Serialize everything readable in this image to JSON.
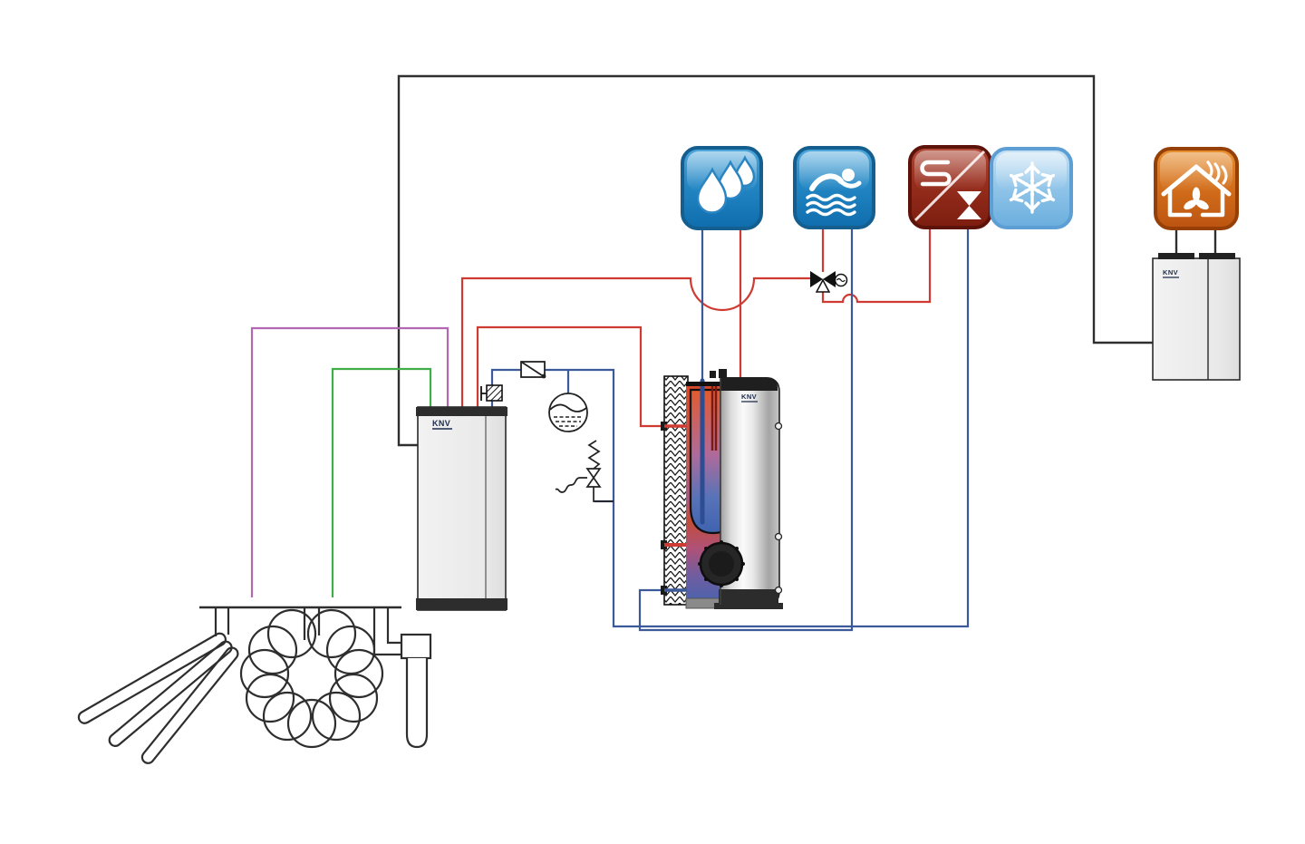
{
  "brand": "KNV",
  "units": {
    "heat_pump": {
      "label": "KNV",
      "type": "ground-source-heat-pump"
    },
    "ventilation": {
      "label": "KNV",
      "type": "comfort-ventilation-unit"
    },
    "tank": {
      "label": "KNV",
      "type": "stratified-buffer-tank-with-dhw"
    }
  },
  "icons": {
    "dhw": {
      "name": "domestic-hot-water",
      "glyph": "water-drops-icon",
      "bg": "#1b7ec0",
      "border": "#145f90"
    },
    "pool": {
      "name": "swimming-pool",
      "glyph": "swimmer-icon",
      "bg": "#1b7ec0",
      "border": "#145f90"
    },
    "heating": {
      "name": "heating-circuit",
      "glyph": "radiator-valve-icon",
      "bg": "#8c2417",
      "border": "#5e130a"
    },
    "cooling": {
      "name": "cooling",
      "glyph": "snowflake-icon",
      "bg": "#7db8e2",
      "border": "#5d9fd4"
    },
    "ventilation": {
      "name": "comfort-ventilation",
      "glyph": "house-fan-icon",
      "bg": "#cf6414",
      "border": "#963f07"
    }
  },
  "pipes": {
    "hot_supply_color": "#cf3b32",
    "cold_return_color": "#3c5a99",
    "brine_source_color": "#b168b1",
    "brine_warm_color": "#3fae49",
    "duct_color": "#2f2f2f"
  },
  "symbols": [
    "mixing-valve",
    "circulation-pump",
    "dirt-filter",
    "expansion-vessel",
    "safety-valve-group",
    "tank-flange"
  ],
  "ground_sources": [
    "trench-collector",
    "spiral-basket-collector",
    "borehole-probe"
  ]
}
